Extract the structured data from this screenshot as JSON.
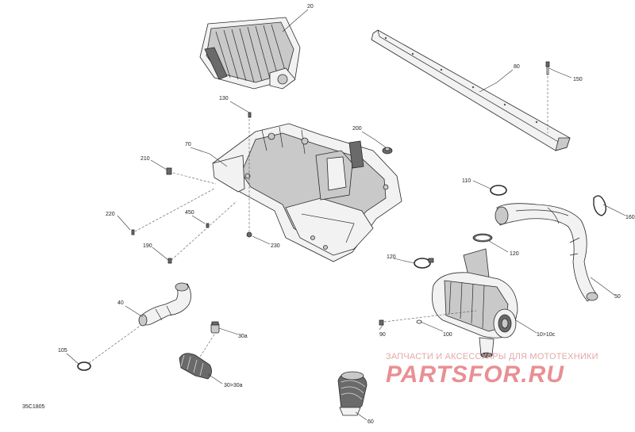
{
  "diagram": {
    "reference_code": "35C1805",
    "callouts": {
      "p20": "20",
      "p80": "80",
      "p150": "150",
      "p130": "130",
      "p70": "70",
      "p200": "200",
      "p210": "210",
      "p220": "220",
      "p450": "450",
      "p190": "190",
      "p230": "230",
      "p110": "110",
      "p160": "160",
      "p120a": "120",
      "p120b": "120",
      "p50": "50",
      "p40": "40",
      "p90": "90",
      "p100": "100",
      "p10": "10>10c",
      "p30a": "30a",
      "p30": "30>30a",
      "p105": "105",
      "p60": "60"
    }
  },
  "watermark": {
    "tagline": "ЗАПЧАСТИ И АКСЕССУАРЫ ДЛЯ МОТОТЕХНИКИ",
    "brand": "PARTSFOR.RU"
  }
}
